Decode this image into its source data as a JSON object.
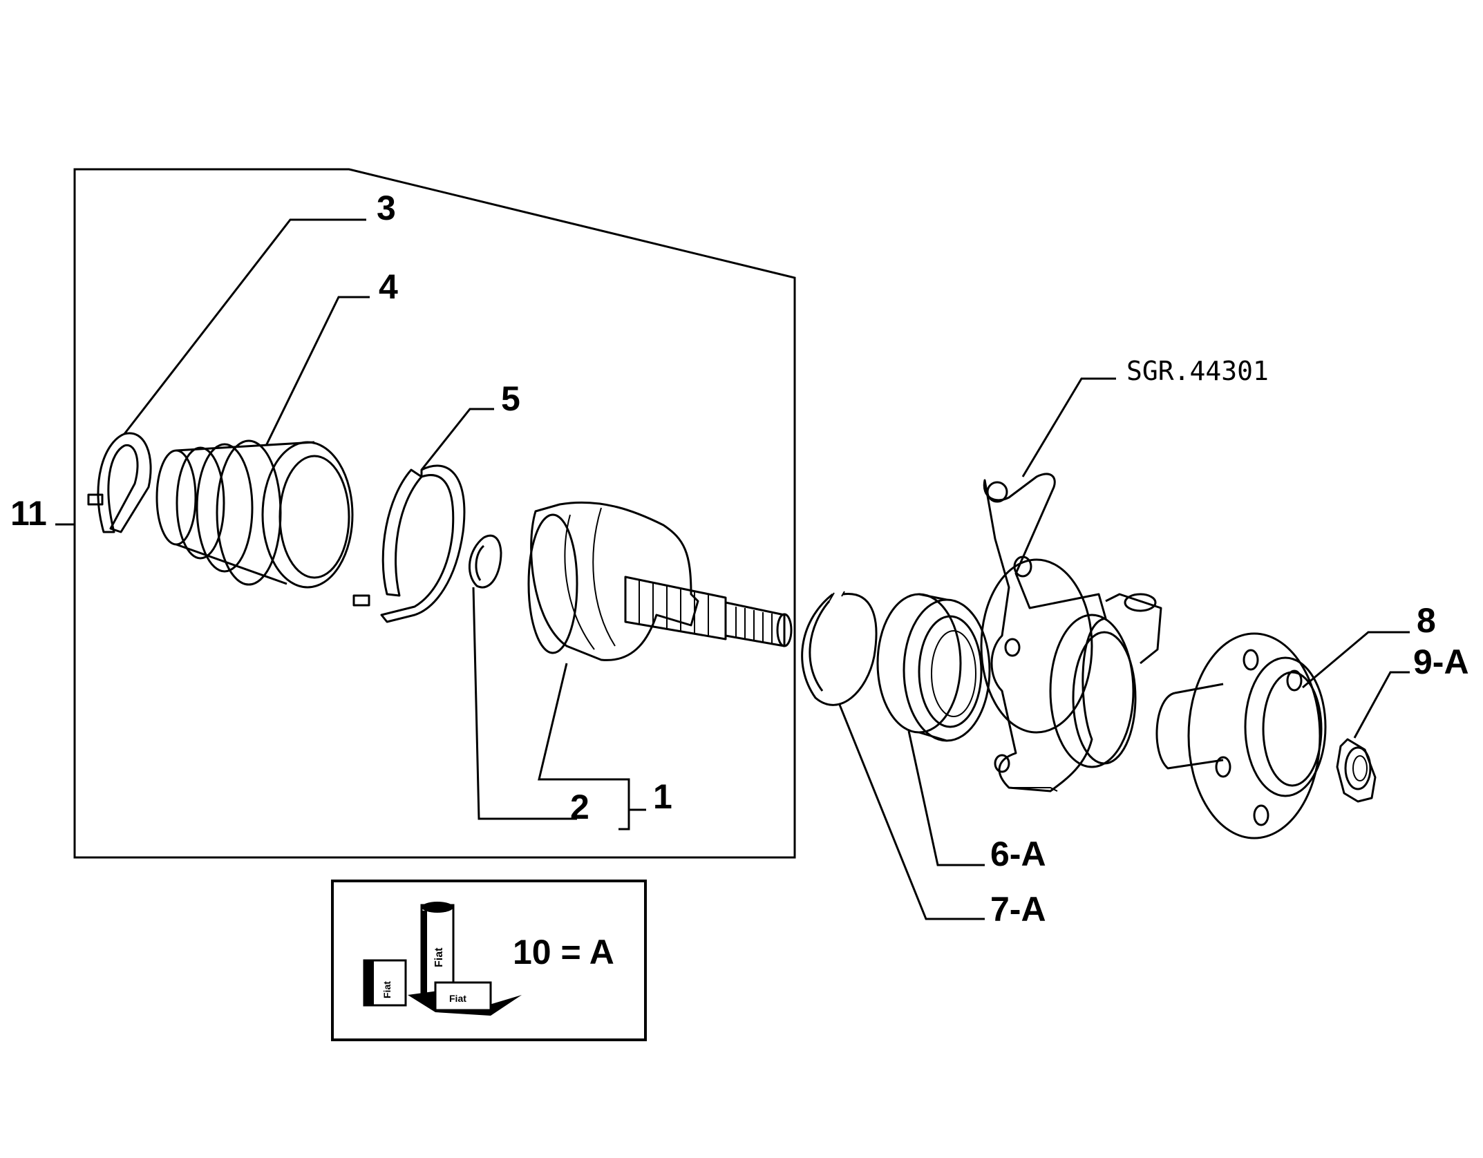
{
  "diagram": {
    "reference_code": "SGR.44301",
    "labels": {
      "l1": "1",
      "l2": "2",
      "l3": "3",
      "l4": "4",
      "l5": "5",
      "l6": "6-A",
      "l7": "7-A",
      "l8": "8",
      "l9": "9-A",
      "l11": "11"
    },
    "legend": {
      "text": "10 = A",
      "tube_text": "Fiat",
      "box_text": "Fiat",
      "tag_text": "Fiat"
    }
  }
}
